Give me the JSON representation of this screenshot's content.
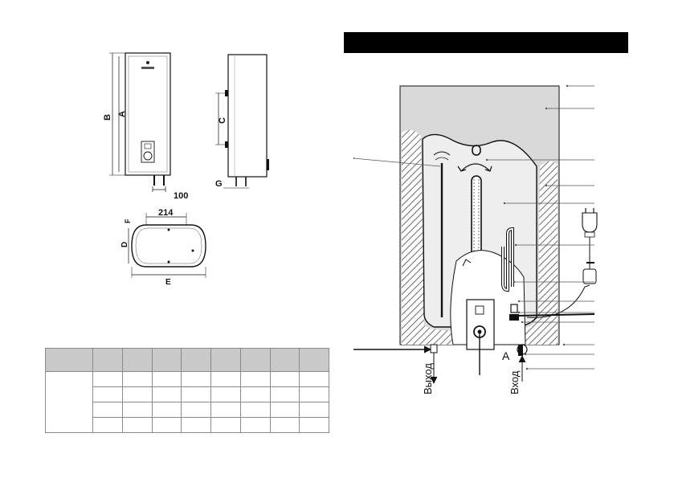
{
  "dimension_drawing": {
    "front_view": {
      "height_outer_label": "B",
      "height_inner_label": "A",
      "pipe_spacing_label": "100"
    },
    "side_view": {
      "bracket_label": "C",
      "gap_label": "G"
    },
    "top_view": {
      "width_label": "214",
      "depth_label": "D",
      "length_label": "E",
      "offset_label": "F"
    }
  },
  "header_bar": {
    "title": ""
  },
  "schematic": {
    "outlet_label": "Выход",
    "inlet_label": "Вход",
    "valve_label": "А"
  },
  "table": {
    "header": [
      "",
      "",
      "",
      "",
      "",
      "",
      "",
      "",
      ""
    ],
    "rows": [
      [
        "",
        "",
        "",
        "",
        "",
        "",
        "",
        "",
        ""
      ],
      [
        "",
        "",
        "",
        "",
        "",
        "",
        "",
        ""
      ],
      [
        "",
        "",
        "",
        "",
        "",
        "",
        "",
        ""
      ],
      [
        "",
        "",
        "",
        "",
        "",
        "",
        "",
        ""
      ]
    ]
  },
  "colors": {
    "hatch": "#6b6b6b",
    "tank": "#d9d9d9",
    "header_bar": "#000000",
    "table_header": "#c9c9c9"
  }
}
